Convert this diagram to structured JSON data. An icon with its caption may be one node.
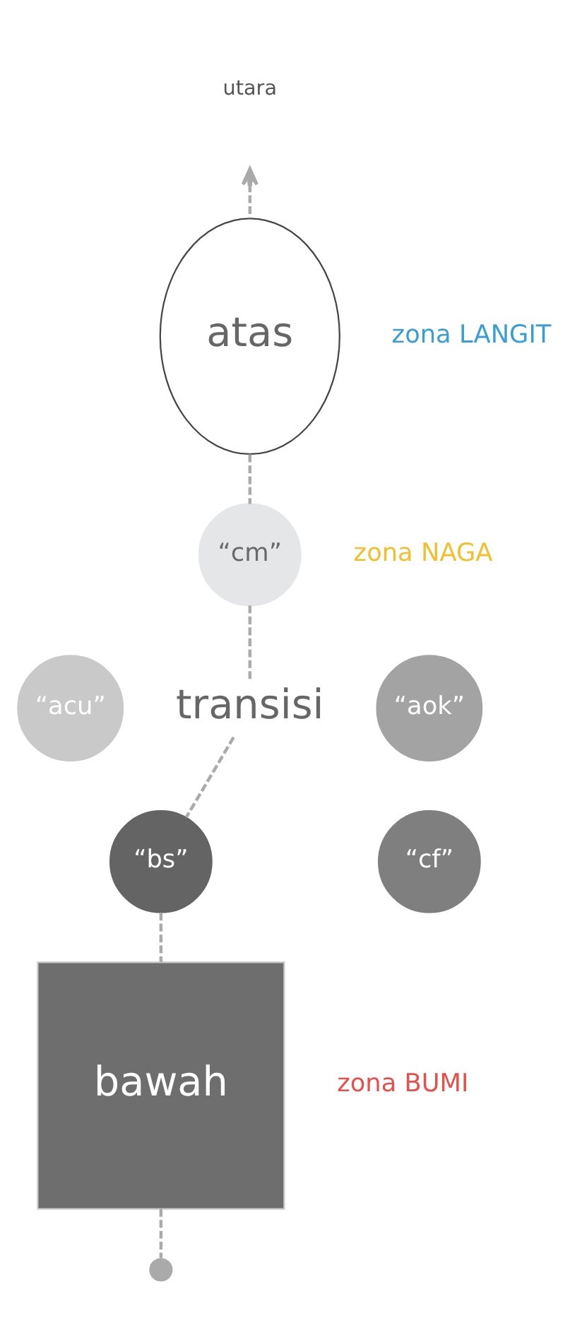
{
  "diagram": {
    "nodes": [
      {
        "text": [
          "atas"
        ]
      },
      {
        "text": [
          "“cm”"
        ]
      },
      {
        "text": [
          "“aok”"
        ]
      },
      {
        "text": [
          "transisi"
        ]
      },
      {
        "text": [
          "“acu”"
        ]
      },
      {
        "text": [
          "“cf”"
        ]
      },
      {
        "text": [
          "“bs”"
        ]
      },
      {
        "text": [
          "bawah"
        ]
      },
      {
        "text": [],
        "shape": "circle"
      }
    ],
    "edges": [
      {
        "from": 0,
        "to": null,
        "arrow": "to",
        "style": "dashed"
      },
      {
        "from": 0,
        "to": 1,
        "arrow": "none",
        "style": "dashed"
      },
      {
        "from": 1,
        "to": 3,
        "arrow": "none",
        "style": "dashed"
      },
      {
        "from": 3,
        "to": 6,
        "arrow": "none",
        "style": "dashed"
      },
      {
        "from": 6,
        "to": 7,
        "arrow": "none",
        "style": "dashed"
      },
      {
        "from": 7,
        "to": 8,
        "arrow": "none",
        "style": "dashed"
      }
    ],
    "labels": [
      "utara",
      "zona LANGIT",
      "zona NAGA",
      "zona BUMI"
    ]
  }
}
